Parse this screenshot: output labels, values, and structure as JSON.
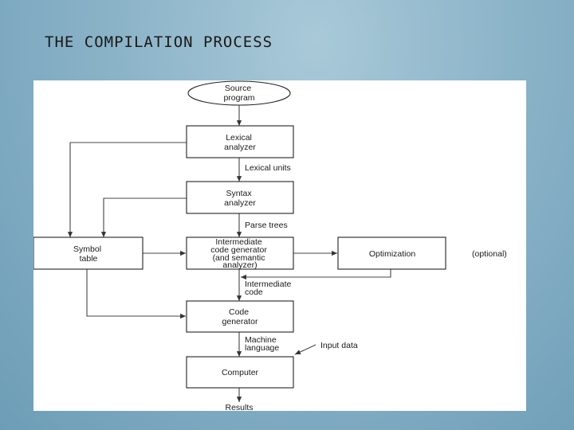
{
  "slide": {
    "title": "THE COMPILATION PROCESS"
  },
  "diagram": {
    "nodes": {
      "source_program": [
        "Source",
        "program"
      ],
      "lexical_analyzer": [
        "Lexical",
        "analyzer"
      ],
      "syntax_analyzer": [
        "Syntax",
        "analyzer"
      ],
      "symbol_table": [
        "Symbol",
        "table"
      ],
      "intermediate_code_generator": [
        "Intermediate",
        "code generator",
        "(and semantic",
        "analyzer)"
      ],
      "optimization": [
        "Optimization"
      ],
      "code_generator": [
        "Code",
        "generator"
      ],
      "computer": [
        "Computer"
      ]
    },
    "edge_labels": {
      "lexical_units": [
        "Lexical units"
      ],
      "parse_trees": [
        "Parse trees"
      ],
      "intermediate_code": [
        "Intermediate",
        "code"
      ],
      "machine_language": [
        "Machine",
        "language"
      ],
      "input_data": [
        "Input data"
      ],
      "results": [
        "Results"
      ],
      "optional": [
        "(optional)"
      ]
    }
  }
}
